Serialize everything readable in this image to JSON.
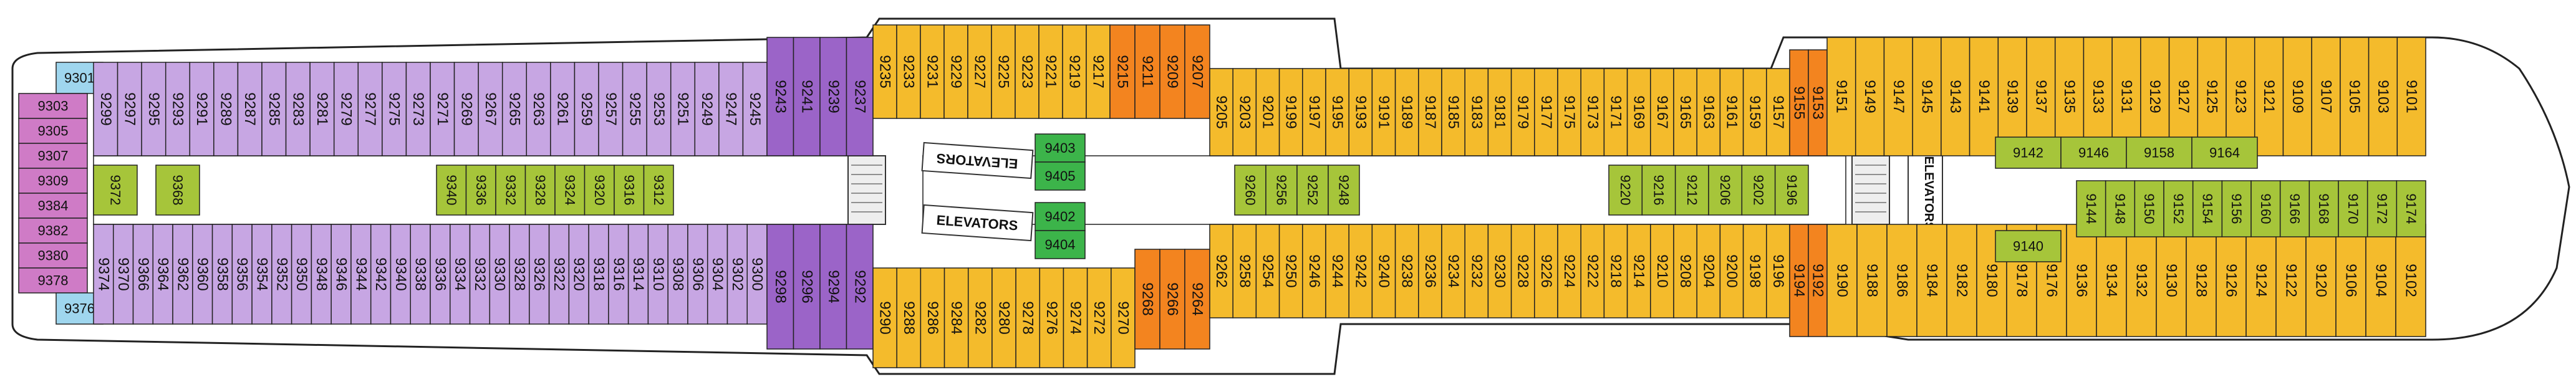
{
  "colors": {
    "lavender": "#c7a6e3",
    "purple": "#9b64c8",
    "gold": "#f4bb2c",
    "orange": "#f3841f",
    "green": "#a6c53a",
    "bright_green": "#3cb44a",
    "magenta": "#cf7bc6",
    "sky": "#9fd6ee",
    "hull": "#ffffff",
    "outline": "#222222"
  },
  "labels": {
    "elevators_upper": "ELEVATORS",
    "elevators_lower": "ELEVATORS",
    "elevators_aft": "ELEVATORS"
  },
  "cabins": {
    "stern_top": [
      "9301"
    ],
    "stern_side": [
      "9303",
      "9305",
      "9307",
      "9309",
      "9384",
      "9382",
      "9380",
      "9378"
    ],
    "stern_bottom": [
      "9376"
    ],
    "aft_top": [
      "9299",
      "9297",
      "9295",
      "9293",
      "9291",
      "9289",
      "9287",
      "9285",
      "9283",
      "9281",
      "9279",
      "9277",
      "9275",
      "9273",
      "9271",
      "9269",
      "9267",
      "9265",
      "9263",
      "9261",
      "9259",
      "9257",
      "9255",
      "9253",
      "9251",
      "9249",
      "9247",
      "9245"
    ],
    "aft_top_purple": [
      "9243",
      "9241",
      "9239",
      "9237"
    ],
    "mid_top_gold_a": [
      "9235",
      "9233",
      "9231",
      "9229",
      "9227",
      "9225",
      "9223",
      "9221",
      "9219",
      "9217"
    ],
    "mid_top_orange": [
      "9215",
      "9211",
      "9209",
      "9207"
    ],
    "mid_top_gold_b": [
      "9205",
      "9203",
      "9201",
      "9199",
      "9197",
      "9195",
      "9193",
      "9191",
      "9189",
      "9187",
      "9185",
      "9183",
      "9181",
      "9179",
      "9177",
      "9175",
      "9173",
      "9171",
      "9169",
      "9167",
      "9165",
      "9163",
      "9161",
      "9159",
      "9157"
    ],
    "fwd_top_orange": [
      "9155",
      "9153"
    ],
    "fwd_top": [
      "9151",
      "9149",
      "9147",
      "9145",
      "9143",
      "9141",
      "9139",
      "9137",
      "9135",
      "9133",
      "9131",
      "9129",
      "9127",
      "9125",
      "9123",
      "9121",
      "9109",
      "9107",
      "9105",
      "9103",
      "9101"
    ],
    "aft_bottom": [
      "9374",
      "9370",
      "9366",
      "9364",
      "9362",
      "9360",
      "9358",
      "9356",
      "9354",
      "9352",
      "9350",
      "9348",
      "9346",
      "9344",
      "9342",
      "9340",
      "9338",
      "9336",
      "9334",
      "9332",
      "9330",
      "9328",
      "9326",
      "9322",
      "9320",
      "9318",
      "9316",
      "9314",
      "9310",
      "9308",
      "9306",
      "9304",
      "9302",
      "9300"
    ],
    "aft_bottom_purple": [
      "9298",
      "9296",
      "9294",
      "9292"
    ],
    "mid_bottom_gold_a": [
      "9290",
      "9288",
      "9286",
      "9284",
      "9282",
      "9280",
      "9278",
      "9276",
      "9274",
      "9272",
      "9270"
    ],
    "mid_bottom_orange": [
      "9268",
      "9266",
      "9264"
    ],
    "mid_bottom_gold_b": [
      "9262",
      "9258",
      "9254",
      "9250",
      "9246",
      "9244",
      "9242",
      "9240",
      "9238",
      "9236",
      "9234",
      "9232",
      "9230",
      "9228",
      "9226",
      "9224",
      "9222",
      "9218",
      "9214",
      "9210",
      "9208",
      "9204",
      "9200",
      "9198",
      "9196"
    ],
    "fwd_bottom_orange": [
      "9194",
      "9192"
    ],
    "fwd_bottom": [
      "9190",
      "9188",
      "9186",
      "9184",
      "9182",
      "9180",
      "9178",
      "9176",
      "9136",
      "9134",
      "9132",
      "9130",
      "9128",
      "9126",
      "9124",
      "9122",
      "9120",
      "9106",
      "9104",
      "9102"
    ],
    "inner_aft_top": [
      "9368",
      "9340",
      "9336",
      "9332",
      "9328",
      "9324",
      "9320",
      "9316",
      "9312"
    ],
    "inner_aft_left": [
      "9372"
    ],
    "inner_mid": [
      "9260",
      "9256",
      "9252",
      "9248"
    ],
    "inner_fwd": [
      "9220",
      "9216",
      "9212",
      "9206",
      "9202",
      "9196"
    ],
    "inner_green_block": [
      "9403",
      "9405",
      "9402",
      "9404"
    ],
    "inner_fwd_top": [
      "9142",
      "9146",
      "9158",
      "9164"
    ],
    "inner_fwd_bottom": [
      "9140"
    ],
    "inner_fwd_block": [
      "9144",
      "9148",
      "9150",
      "9152",
      "9154",
      "9156",
      "9160",
      "9166",
      "9168",
      "9170",
      "9172",
      "9174"
    ]
  }
}
